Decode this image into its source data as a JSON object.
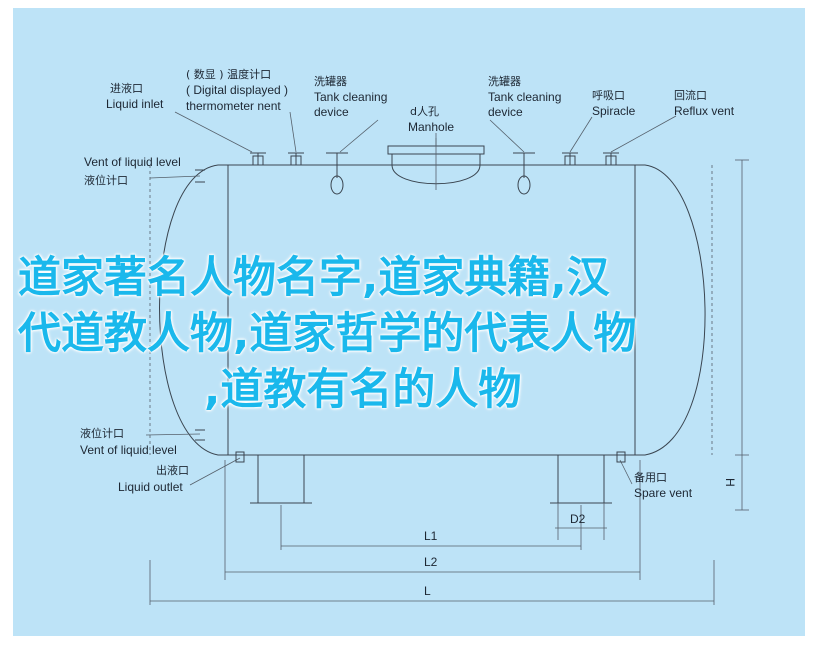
{
  "labels": {
    "inlet_cn": "进液口",
    "inlet_en": "Liquid inlet",
    "thermo_cn": "( 数显 ) 温度计口",
    "thermo_en1": "( Digital displayed )",
    "thermo_en2": "thermometer nent",
    "clean1_cn": "洗罐器",
    "clean1_en1": "Tank cleaning",
    "clean1_en2": "device",
    "manhole_cn": "d人孔",
    "manhole_en": "Manhole",
    "clean2_cn": "洗罐器",
    "clean2_en1": "Tank cleaning",
    "clean2_en2": "device",
    "spiracle_cn": "呼吸口",
    "spiracle_en": "Spiracle",
    "reflux_cn": "回流口",
    "reflux_en": "Reflux vent",
    "level_top_en": "Vent of liquid level",
    "level_top_cn": "液位计口",
    "level_bot_cn": "液位计口",
    "level_bot_en": "Vent of liquid level",
    "outlet_cn": "出液口",
    "outlet_en": "Liquid outlet",
    "spare_cn": "备用口",
    "spare_en": "Spare vent",
    "dim_l1": "L1",
    "dim_l2": "L2",
    "dim_l": "L",
    "dim_d2": "D2",
    "dim_h": "H"
  },
  "overlay": {
    "line1": "道家著名人物名字,道家典籍,汉",
    "line2": "代道教人物,道家哲学的代表人物",
    "line3": ",道教有名的人物"
  },
  "colors": {
    "background": "#bde3f7",
    "line": "#3a4550",
    "overlay_text": "#1ab8ec"
  }
}
